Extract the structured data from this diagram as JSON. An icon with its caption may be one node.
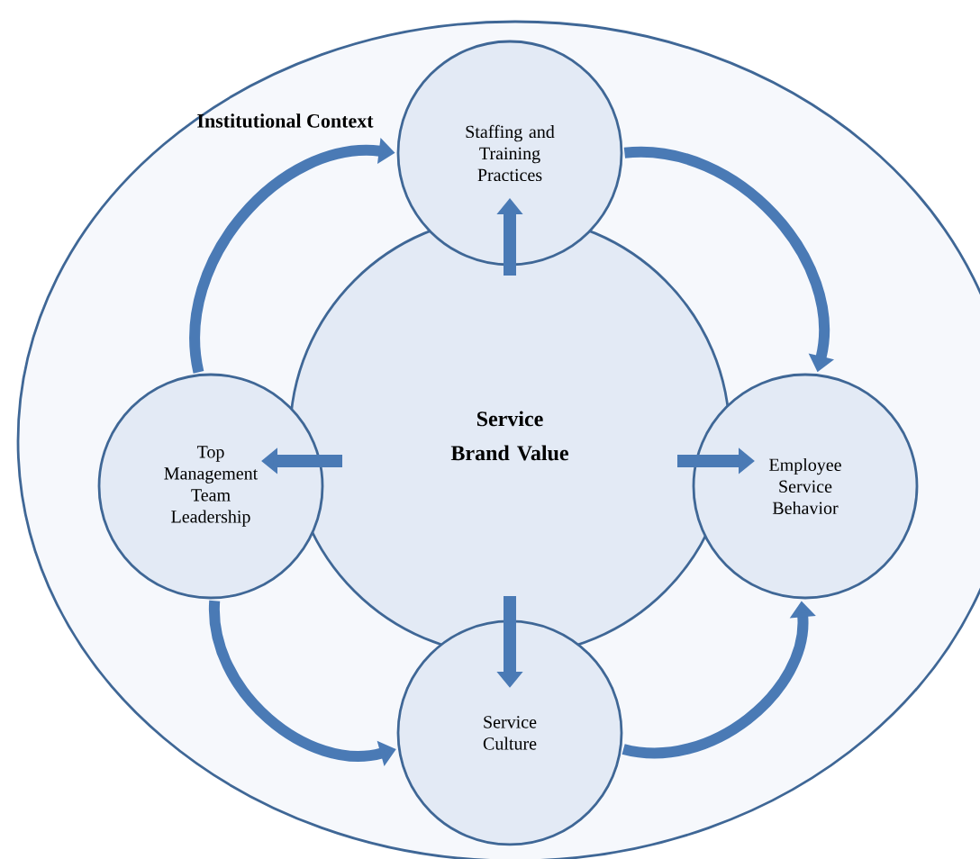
{
  "diagram": {
    "nodes": [
      {
        "text": [
          "Institutional Context"
        ]
      },
      {
        "text": [
          "Staffing and Training Practices"
        ],
        "in": 0
      },
      {
        "text": [
          "Top Management Team Leadership"
        ],
        "in": 0
      },
      {
        "text": [
          "Service Brand Value"
        ],
        "in": 0
      },
      {
        "text": [
          "Employee Service Behavior"
        ],
        "in": 0
      },
      {
        "text": [
          "Service Culture"
        ],
        "in": 0
      }
    ],
    "edges": [
      {
        "from": 2,
        "to": 1,
        "arrow": "to"
      },
      {
        "from": 1,
        "to": 4,
        "arrow": "to"
      },
      {
        "from": 2,
        "to": 5,
        "arrow": "to"
      },
      {
        "from": 5,
        "to": 4,
        "arrow": "to"
      },
      {
        "from": 3,
        "to": 1,
        "arrow": "to"
      },
      {
        "from": 3,
        "to": 2,
        "arrow": "to"
      },
      {
        "from": 3,
        "to": 4,
        "arrow": "to"
      },
      {
        "from": 3,
        "to": 5,
        "arrow": "to"
      }
    ]
  }
}
